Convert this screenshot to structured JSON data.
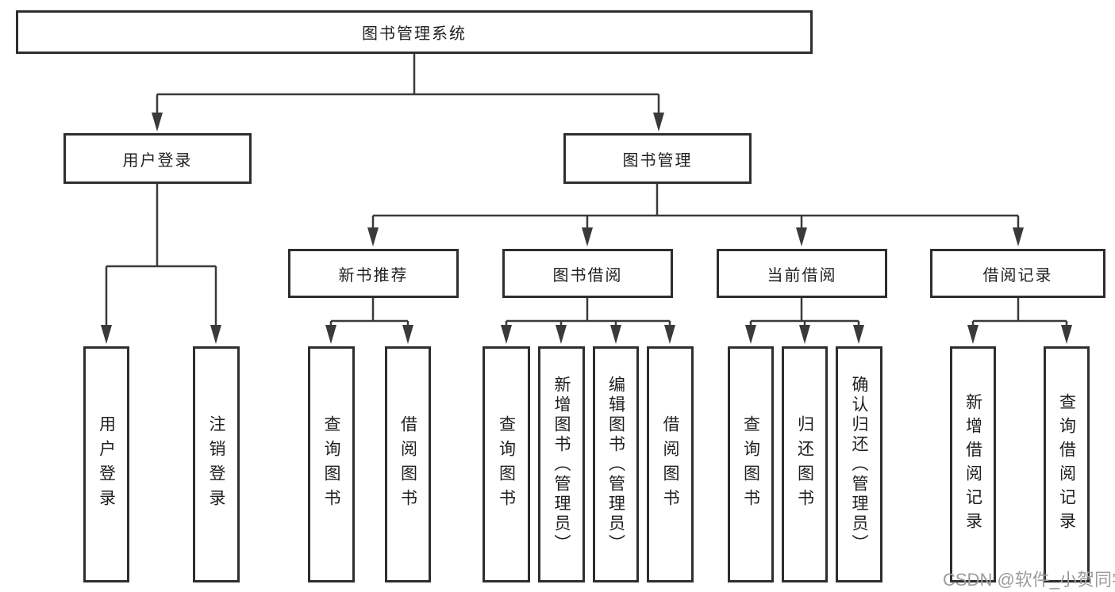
{
  "diagram_type": "hierarchy-tree",
  "colors": {
    "line": "#3a3a3a",
    "box_border": "#2e2e2e",
    "background": "#ffffff",
    "text": "#1f1f1f",
    "watermark": "#9c9c9c"
  },
  "nodes": {
    "root": {
      "label": "图书管理系统"
    },
    "user_login": {
      "label": "用户登录"
    },
    "book_mgmt": {
      "label": "图书管理"
    },
    "new_book_rec": {
      "label": "新书推荐"
    },
    "book_borrow": {
      "label": "图书借阅"
    },
    "current_borrow": {
      "label": "当前借阅"
    },
    "borrow_record": {
      "label": "借阅记录"
    },
    "login": {
      "label": "用户登录"
    },
    "logout": {
      "label": "注销登录"
    },
    "nb_query": {
      "label": "查询图书"
    },
    "nb_borrow": {
      "label": "借阅图书"
    },
    "bb_query": {
      "label": "查询图书"
    },
    "bb_add": {
      "label": "新增图书（管理员）"
    },
    "bb_edit": {
      "label": "编辑图书（管理员）"
    },
    "bb_borrow": {
      "label": "借阅图书"
    },
    "cb_query": {
      "label": "查询图书"
    },
    "cb_return": {
      "label": "归还图书"
    },
    "cb_confirm": {
      "label": "确认归还（管理员）"
    },
    "br_add": {
      "label": "新增借阅记录"
    },
    "br_query": {
      "label": "查询借阅记录"
    }
  },
  "edges": [
    {
      "from": "图书管理系统",
      "to": "用户登录"
    },
    {
      "from": "图书管理系统",
      "to": "图书管理"
    },
    {
      "from": "用户登录",
      "to": "用户登录"
    },
    {
      "from": "用户登录",
      "to": "注销登录"
    },
    {
      "from": "图书管理",
      "to": "新书推荐"
    },
    {
      "from": "图书管理",
      "to": "图书借阅"
    },
    {
      "from": "图书管理",
      "to": "当前借阅"
    },
    {
      "from": "图书管理",
      "to": "借阅记录"
    },
    {
      "from": "新书推荐",
      "to": "查询图书"
    },
    {
      "from": "新书推荐",
      "to": "借阅图书"
    },
    {
      "from": "图书借阅",
      "to": "查询图书"
    },
    {
      "from": "图书借阅",
      "to": "新增图书（管理员）"
    },
    {
      "from": "图书借阅",
      "to": "编辑图书（管理员）"
    },
    {
      "from": "图书借阅",
      "to": "借阅图书"
    },
    {
      "from": "当前借阅",
      "to": "查询图书"
    },
    {
      "from": "当前借阅",
      "to": "归还图书"
    },
    {
      "from": "当前借阅",
      "to": "确认归还（管理员）"
    },
    {
      "from": "借阅记录",
      "to": "新增借阅记录"
    },
    {
      "from": "借阅记录",
      "to": "查询借阅记录"
    }
  ],
  "watermark": {
    "text": "CSDN @软件_小贺同学"
  }
}
